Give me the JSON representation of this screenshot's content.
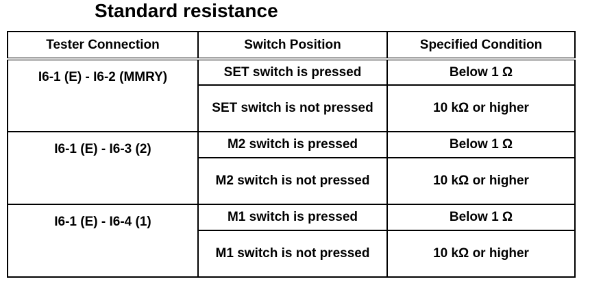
{
  "title": "Standard resistance",
  "table": {
    "headers": [
      "Tester Connection",
      "Switch Position",
      "Specified Condition"
    ],
    "groups": [
      {
        "connection": "I6-1 (E) - I6-2 (MMRY)",
        "rows": [
          {
            "position": "SET switch is pressed",
            "condition": "Below 1 Ω"
          },
          {
            "position": "SET switch is not pressed",
            "condition": "10 kΩ or higher"
          }
        ]
      },
      {
        "connection": "I6-1 (E) - I6-3 (2)",
        "rows": [
          {
            "position": "M2 switch is pressed",
            "condition": "Below 1 Ω"
          },
          {
            "position": "M2 switch is not pressed",
            "condition": "10 kΩ or higher"
          }
        ]
      },
      {
        "connection": "I6-1 (E) - I6-4 (1)",
        "rows": [
          {
            "position": "M1 switch is pressed",
            "condition": "Below 1 Ω"
          },
          {
            "position": "M1 switch is not pressed",
            "condition": "10 kΩ or higher"
          }
        ]
      }
    ]
  }
}
